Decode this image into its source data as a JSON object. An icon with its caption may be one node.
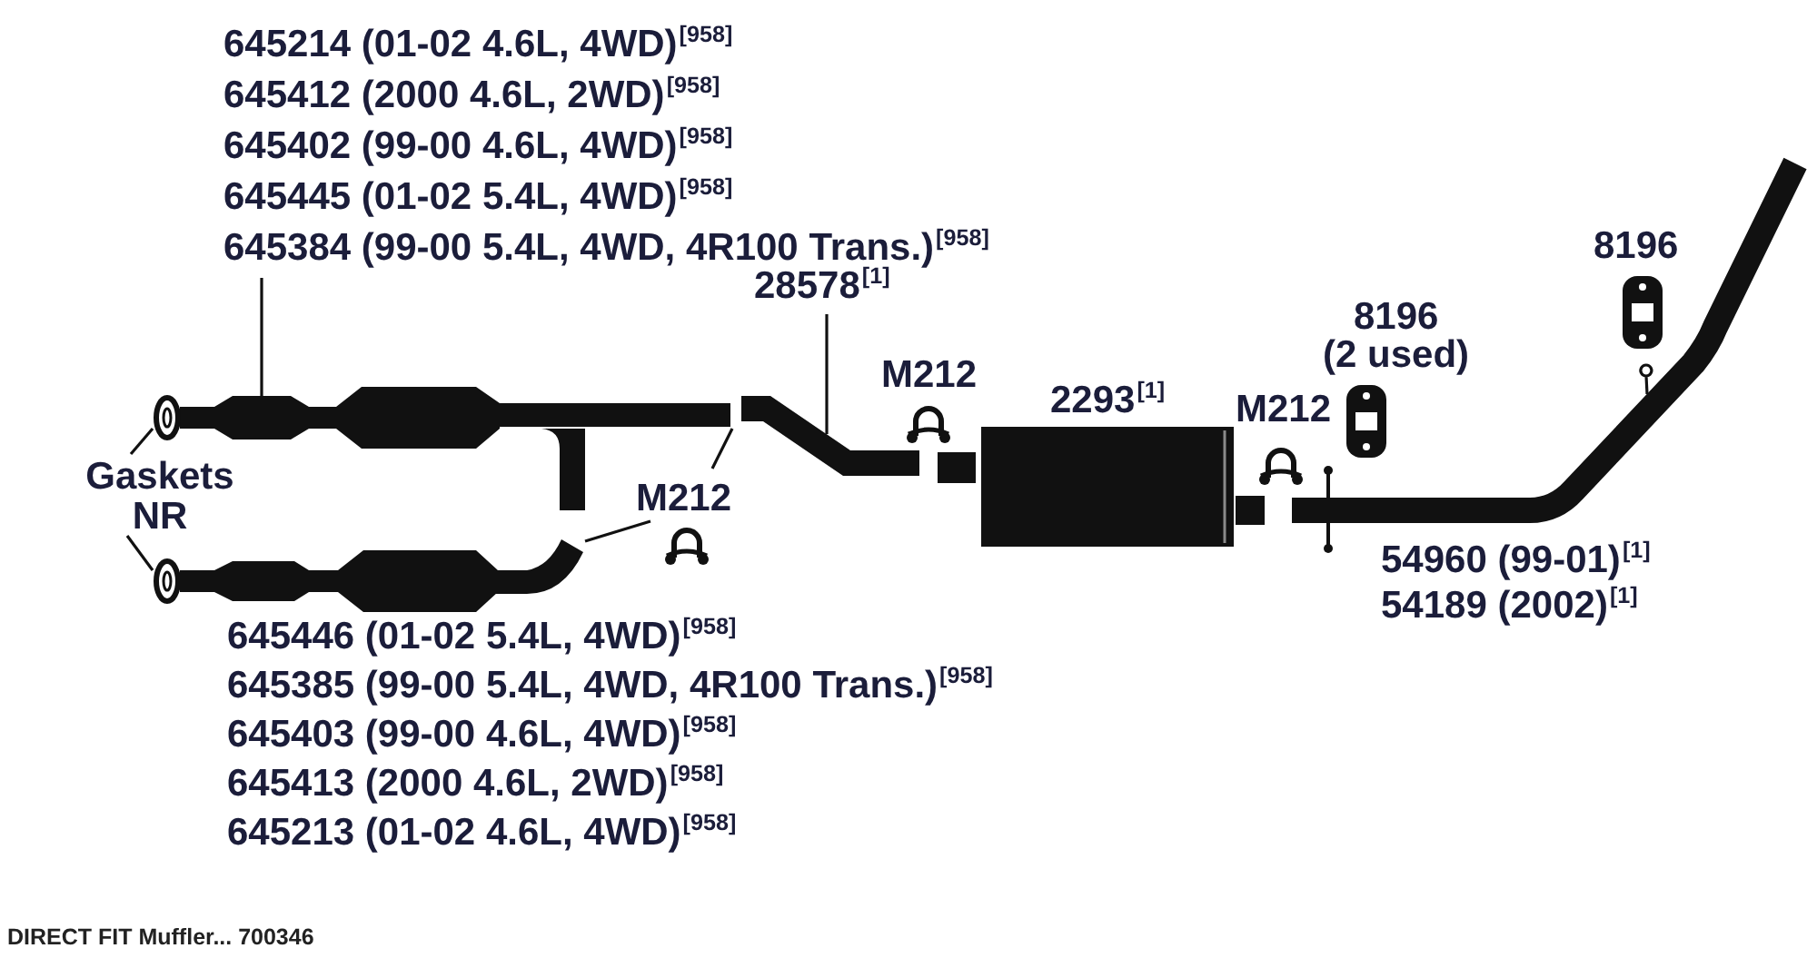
{
  "diagram": {
    "caption": "DIRECT FIT Muffler... 700346",
    "nodes": [
      {
        "text": [
          "645214 (01-02 4.6L, 4WD)$^{[958]}$",
          "645412 (2000 4.6L, 2WD)$^{[958]}$",
          "645402 (99-00 4.6L, 4WD)$^{[958]}$",
          "645445 (01-02 5.4L, 4WD)$^{[958]}$",
          "645384 (99-00 5.4L, 4WD, 4R100 Trans.)$^{[958]}$"
        ]
      },
      {
        "text": [
          "28578$^{[1]}$"
        ]
      },
      {
        "text": [],
        "shape": "picture"
      },
      {
        "text": [],
        "shape": "picture"
      },
      {
        "text": [],
        "shape": "picture"
      },
      {
        "text": [
          "Gaskets NR"
        ]
      },
      {
        "text": [
          "M212"
        ]
      },
      {
        "text": [],
        "shape": "picture"
      },
      {
        "text": [],
        "shape": "picture"
      }
    ],
    "edges": [
      {
        "from": 0,
        "to": 2,
        "arrow": "none"
      },
      {
        "from": 1,
        "to": 4,
        "arrow": "none"
      },
      {
        "from": 5,
        "to": 3,
        "arrow": "none"
      },
      {
        "from": 5,
        "to": 7,
        "arrow": "none"
      },
      {
        "from": 6,
        "to": 2,
        "arrow": "none"
      },
      {
        "from": 6,
        "to": 8,
        "arrow": "none"
      }
    ],
    "labels": [
      "8196",
      "8196 (2 used)",
      "M212",
      "2293$^{[1]}$",
      "M212",
      "54960 (99-01)$^{[1]}$",
      "54189 (2002)$^{[1]}$",
      "645446 (01-02 5.4L, 4WD)$^{[958]}$",
      "645385 (99-00 5.4L, 4WD, 4R100 Trans.)$^{[958]}$",
      "645403 (99-00 4.6L, 4WD)$^{[958]}$",
      "645413 (2000 4.6L, 2WD)$^{[958]}$",
      "645213 (01-02 4.6L, 4WD)$^{[958]}$"
    ]
  }
}
